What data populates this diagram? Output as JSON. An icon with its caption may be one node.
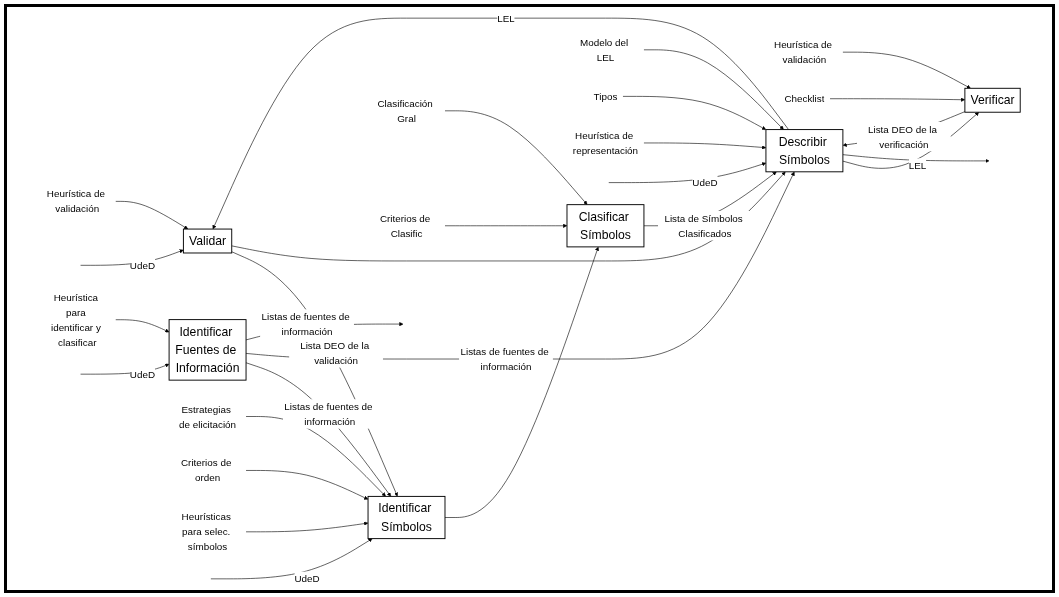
{
  "diagram": {
    "nodes": [
      {
        "text": [
          "Heurística de validación"
        ]
      },
      {
        "text": [
          "Validar"
        ]
      },
      {
        "text": [
          "Heurística para identificar y clasificar"
        ]
      },
      {
        "text": [
          "Identificar Fuentes de Información"
        ]
      },
      {
        "text": [
          "Estrategias de elicitación"
        ]
      },
      {
        "text": [
          "Criterios de orden"
        ]
      },
      {
        "text": [
          "Heurísticas para selec. símbolos"
        ]
      },
      {
        "text": [
          "Heurística de validación"
        ]
      },
      {
        "text": [
          "Checklist"
        ]
      },
      {
        "text": [
          "Verificar"
        ]
      },
      {
        "text": [
          "Identificar Símbolos"
        ]
      },
      {
        "text": [
          "Clasificación Gral"
        ]
      },
      {
        "text": [
          "Criterios de Clasific"
        ]
      },
      {
        "text": [
          "Clasificar Símbolos"
        ]
      },
      {
        "text": [
          "Modelo del LEL"
        ]
      },
      {
        "text": [
          "Tipos"
        ]
      },
      {
        "text": [
          "Heurística de representación"
        ]
      },
      {
        "text": [
          "Describir Símbolos"
        ]
      }
    ],
    "edges": [
      {
        "from": null,
        "to": 3,
        "label": "UdeD",
        "arrow": "to"
      },
      {
        "from": null,
        "to": 1,
        "label": "UdeD",
        "arrow": "to"
      },
      {
        "from": null,
        "to": 10,
        "label": "UdeD",
        "arrow": "to"
      },
      {
        "from": null,
        "to": 17,
        "label": "UdeD",
        "arrow": "to"
      },
      {
        "from": 0,
        "to": 1,
        "arrow": "to"
      },
      {
        "from": 2,
        "to": 3,
        "arrow": "to"
      },
      {
        "from": 3,
        "to": 10,
        "label": "Listas de fuentes de información",
        "arrow": "to"
      },
      {
        "from": 3,
        "to": 17,
        "label": "Listas de fuentes de información",
        "arrow": "to"
      },
      {
        "from": 3,
        "to": null,
        "label": "Listas de fuentes de información",
        "arrow": "to"
      },
      {
        "from": 4,
        "to": 10,
        "arrow": "to"
      },
      {
        "from": 5,
        "to": 10,
        "arrow": "to"
      },
      {
        "from": 6,
        "to": 10,
        "arrow": "to"
      },
      {
        "from": 1,
        "to": 10,
        "label": "Lista DEO de la validación",
        "arrow": "to"
      },
      {
        "from": 1,
        "to": 17,
        "arrow": "to"
      },
      {
        "from": 10,
        "to": 13,
        "arrow": "to"
      },
      {
        "from": 11,
        "to": 13,
        "arrow": "to"
      },
      {
        "from": 12,
        "to": 13,
        "arrow": "to"
      },
      {
        "from": 13,
        "to": 17,
        "label": "Lista de Símbolos Clasificados",
        "arrow": "to"
      },
      {
        "from": 14,
        "to": 17,
        "arrow": "to"
      },
      {
        "from": 15,
        "to": 17,
        "arrow": "to"
      },
      {
        "from": 16,
        "to": 17,
        "arrow": "to"
      },
      {
        "from": 7,
        "to": 9,
        "arrow": "to"
      },
      {
        "from": 8,
        "to": 9,
        "arrow": "to"
      },
      {
        "from": 9,
        "to": 17,
        "label": "Lista DEO de la verificación",
        "arrow": "to"
      },
      {
        "from": 17,
        "to": 1,
        "label": "LEL",
        "arrow": "to"
      },
      {
        "from": 17,
        "to": 9,
        "label": "LEL",
        "arrow": "to"
      },
      {
        "from": 17,
        "to": null,
        "arrow": "to"
      }
    ]
  }
}
